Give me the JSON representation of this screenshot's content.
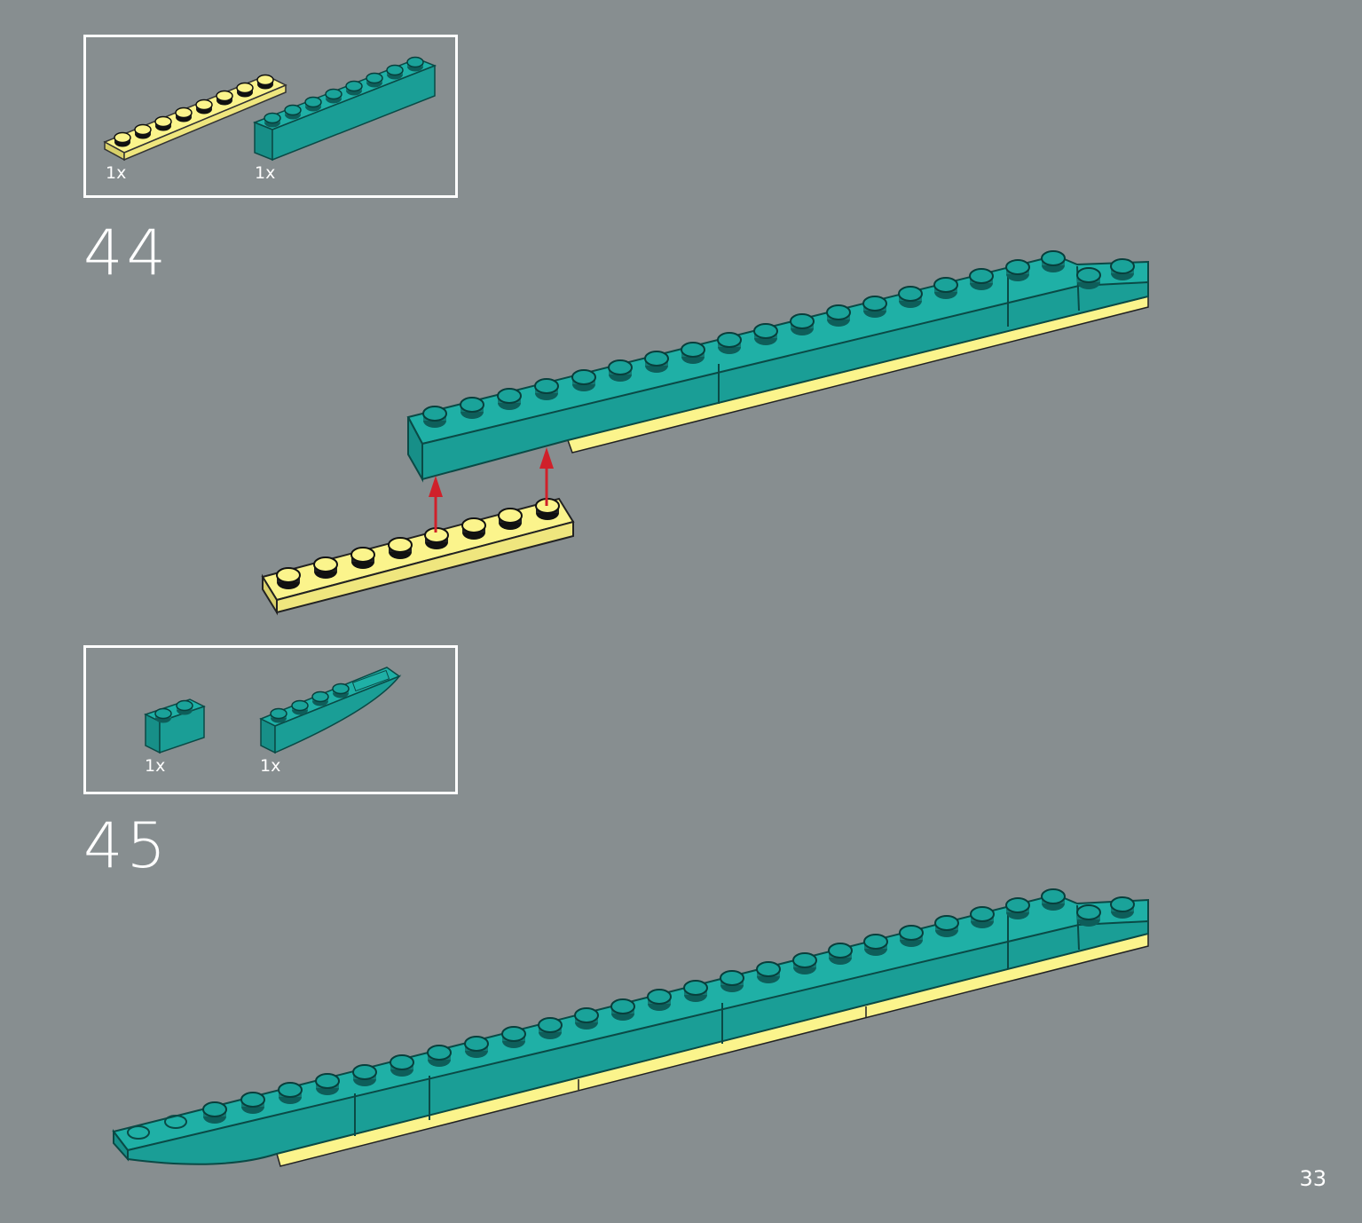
{
  "colors": {
    "background": "#878e90",
    "teal": "#1a9e96",
    "teal_dark": "#12736e",
    "yellow": "#fbf48c",
    "yellow_dark": "#d9d06a",
    "arrow": "#d0202a"
  },
  "steps": [
    {
      "number": "44",
      "parts": [
        {
          "qty": "1x",
          "name": "plate-1x8-yellow"
        },
        {
          "qty": "1x",
          "name": "brick-1x8-teal"
        }
      ]
    },
    {
      "number": "45",
      "parts": [
        {
          "qty": "1x",
          "name": "brick-1x2-teal"
        },
        {
          "qty": "1x",
          "name": "curved-slope-teal"
        }
      ]
    }
  ],
  "page_number": "33"
}
